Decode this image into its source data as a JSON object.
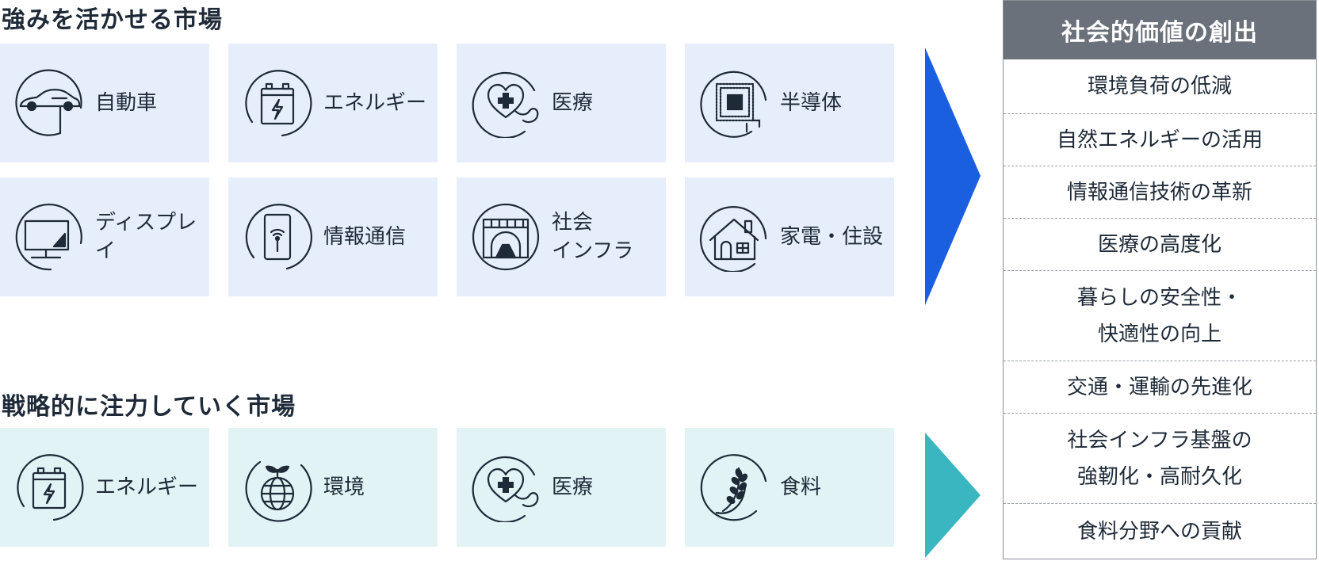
{
  "sections": {
    "strength": {
      "title": "強みを活かせる市場"
    },
    "strategic": {
      "title": "戦略的に注力していく市場"
    }
  },
  "strength_markets": [
    {
      "label": "自動車",
      "icon": "car-icon"
    },
    {
      "label": "エネルギー",
      "icon": "battery-icon"
    },
    {
      "label": "医療",
      "icon": "medical-heart-icon"
    },
    {
      "label": "半導体",
      "icon": "chip-icon"
    },
    {
      "label": "ディスプレイ",
      "icon": "display-icon"
    },
    {
      "label": "情報通信",
      "icon": "smartphone-wifi-icon"
    },
    {
      "label": "社会\nインフラ",
      "icon": "tunnel-icon"
    },
    {
      "label": "家電・住設",
      "icon": "house-icon"
    }
  ],
  "strategic_markets": [
    {
      "label": "エネルギー",
      "icon": "battery-icon"
    },
    {
      "label": "環境",
      "icon": "globe-sprout-icon"
    },
    {
      "label": "医療",
      "icon": "medical-heart-icon"
    },
    {
      "label": "食料",
      "icon": "wheat-icon"
    }
  ],
  "value_panel": {
    "title": "社会的価値の創出",
    "items": [
      "環境負荷の低減",
      "自然エネルギーの活用",
      "情報通信技術の革新",
      "医療の高度化",
      "暮らしの安全性・\n快適性の向上",
      "交通・運輸の先進化",
      "社会インフラ基盤の\n強靭化・高耐久化",
      "食料分野への貢献"
    ]
  },
  "colors": {
    "strength_tile": "#e6eefb",
    "strategic_tile": "#e1f3f4",
    "strength_arrow": "#1a5fe0",
    "strategic_arrow": "#3ab6c0",
    "panel_header": "#6b717b",
    "text": "#1e2a38"
  }
}
